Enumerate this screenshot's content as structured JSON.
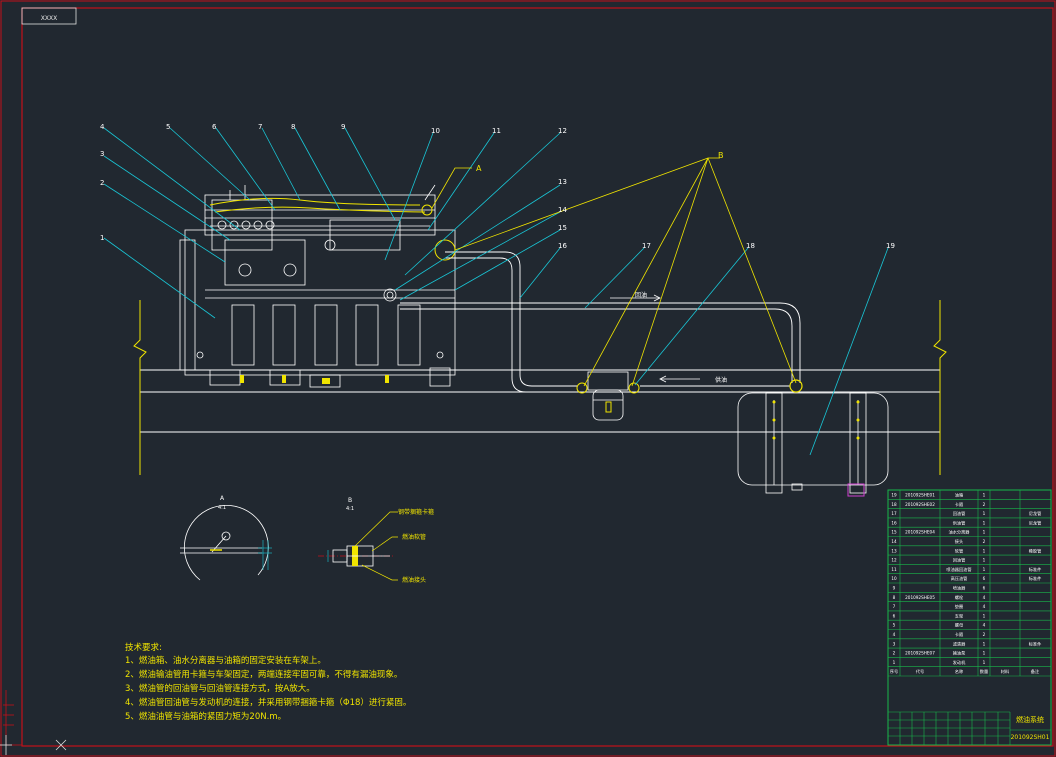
{
  "drawing": {
    "title_box": "XXXX",
    "colors": {
      "background": "#212830",
      "frame": "#c4101a",
      "line": "#ffffff",
      "leader": "#19c6d6",
      "callout": "#f0e400",
      "table": "#19b84a"
    }
  },
  "callouts": [
    "1",
    "2",
    "3",
    "4",
    "5",
    "6",
    "7",
    "8",
    "9",
    "10",
    "11",
    "12",
    "13",
    "14",
    "15",
    "16",
    "17",
    "18",
    "19"
  ],
  "detail_labels": {
    "a": "A",
    "b": "B"
  },
  "flow_labels": {
    "supply": "供油",
    "return": "回油"
  },
  "detail_views": {
    "a_title": "A",
    "a_scale": "4:1",
    "b_title": "B",
    "b_scale": "4:1",
    "b_parts": [
      "钢带捆箍卡箍",
      "燃油软管",
      "燃油接头"
    ]
  },
  "notes": {
    "heading": "技术要求:",
    "items": [
      "1、燃油箱、油水分离器与油箱的固定安装在车架上。",
      "2、燃油输油管用卡箍与车架固定，两端连接牢固可靠，不得有漏油现象。",
      "3、燃油管的回油管与回油管连接方式，按A放大。",
      "4、燃油管回油管与发动机的连接，并采用钢带捆箍卡箍（Φ18）进行紧固。",
      "5、燃油油管与油箱的紧固力矩为20N.m。"
    ]
  },
  "bom": {
    "rows": [
      {
        "no": "19",
        "code": "201092SHE01",
        "name": "油箱",
        "qty": "1",
        "remark": ""
      },
      {
        "no": "18",
        "code": "201092SHE02",
        "name": "卡箍",
        "qty": "2",
        "remark": ""
      },
      {
        "no": "17",
        "code": "",
        "name": "回油管",
        "qty": "1",
        "remark": "尼龙管"
      },
      {
        "no": "16",
        "code": "",
        "name": "供油管",
        "qty": "1",
        "remark": "尼龙管"
      },
      {
        "no": "15",
        "code": "201092SHE04",
        "name": "油水分离器",
        "qty": "1",
        "remark": ""
      },
      {
        "no": "14",
        "code": "",
        "name": "接头",
        "qty": "2",
        "remark": ""
      },
      {
        "no": "13",
        "code": "",
        "name": "软管",
        "qty": "1",
        "remark": "橡胶管"
      },
      {
        "no": "12",
        "code": "",
        "name": "回油管",
        "qty": "1",
        "remark": ""
      },
      {
        "no": "11",
        "code": "",
        "name": "喷油器回油管",
        "qty": "1",
        "remark": "标准件"
      },
      {
        "no": "10",
        "code": "",
        "name": "高压油管",
        "qty": "6",
        "remark": "标准件"
      },
      {
        "no": "9",
        "code": "",
        "name": "喷油器",
        "qty": "6",
        "remark": ""
      },
      {
        "no": "8",
        "code": "201092SHE05",
        "name": "螺栓",
        "qty": "4",
        "remark": ""
      },
      {
        "no": "7",
        "code": "",
        "name": "垫圈",
        "qty": "4",
        "remark": ""
      },
      {
        "no": "6",
        "code": "",
        "name": "支架",
        "qty": "1",
        "remark": ""
      },
      {
        "no": "5",
        "code": "",
        "name": "螺母",
        "qty": "4",
        "remark": ""
      },
      {
        "no": "4",
        "code": "",
        "name": "卡箍",
        "qty": "2",
        "remark": ""
      },
      {
        "no": "3",
        "code": "",
        "name": "滤清器",
        "qty": "1",
        "remark": "标准件"
      },
      {
        "no": "2",
        "code": "201092SHE07",
        "name": "输油泵",
        "qty": "1",
        "remark": ""
      },
      {
        "no": "1",
        "code": "",
        "name": "发动机",
        "qty": "1",
        "remark": ""
      }
    ],
    "header": [
      "序号",
      "代号",
      "名称",
      "数量",
      "材料",
      "备注"
    ],
    "title": "燃油系统",
    "drawing_no": "201092SH01"
  }
}
